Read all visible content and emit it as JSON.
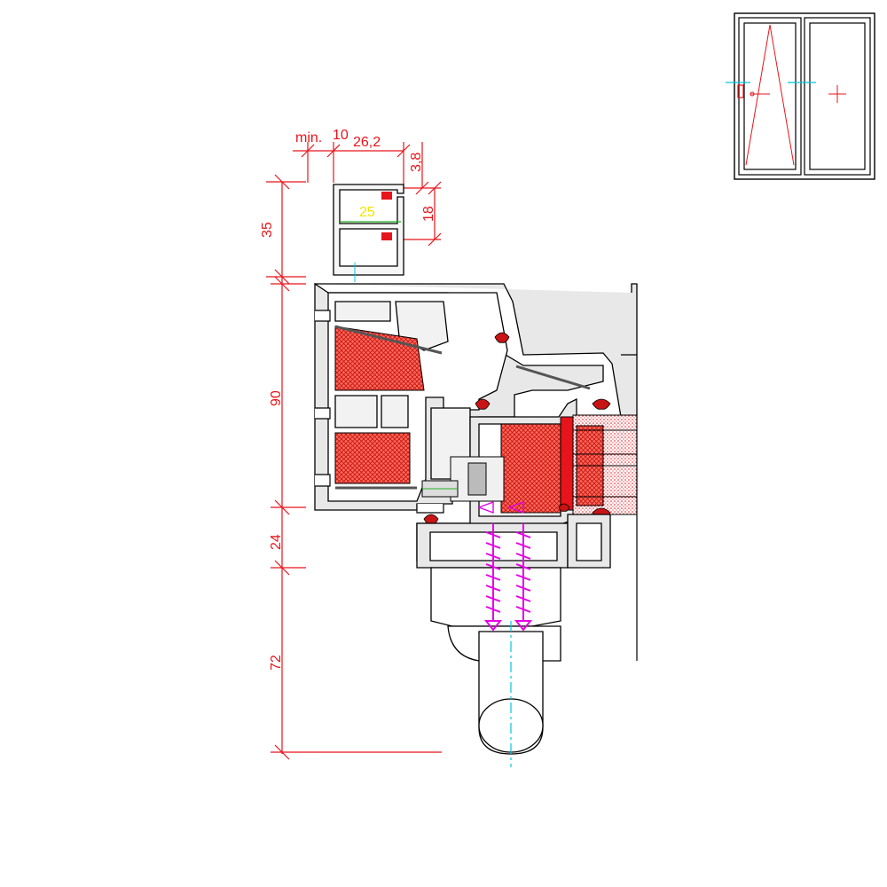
{
  "dimensions": {
    "min_label": "min.",
    "min_value": "10",
    "width_top": "26,2",
    "offset_top": "3,8",
    "rail_width": "25",
    "rail_depth": "18",
    "height_35": "35",
    "height_90": "90",
    "height_24": "24",
    "height_72": "72"
  },
  "colors": {
    "outline": "#000000",
    "dimension": "#e8141b",
    "seal": "#c81414",
    "insulation": "#e6221e",
    "screw": "#e600e6",
    "axis": "#00c8dc",
    "highlight": "#f2e600",
    "frame_fill": "#e8e8e8"
  },
  "icons": {
    "window_thumbnail": "tilt-turn-window-icon",
    "screw": "screw-icon"
  }
}
